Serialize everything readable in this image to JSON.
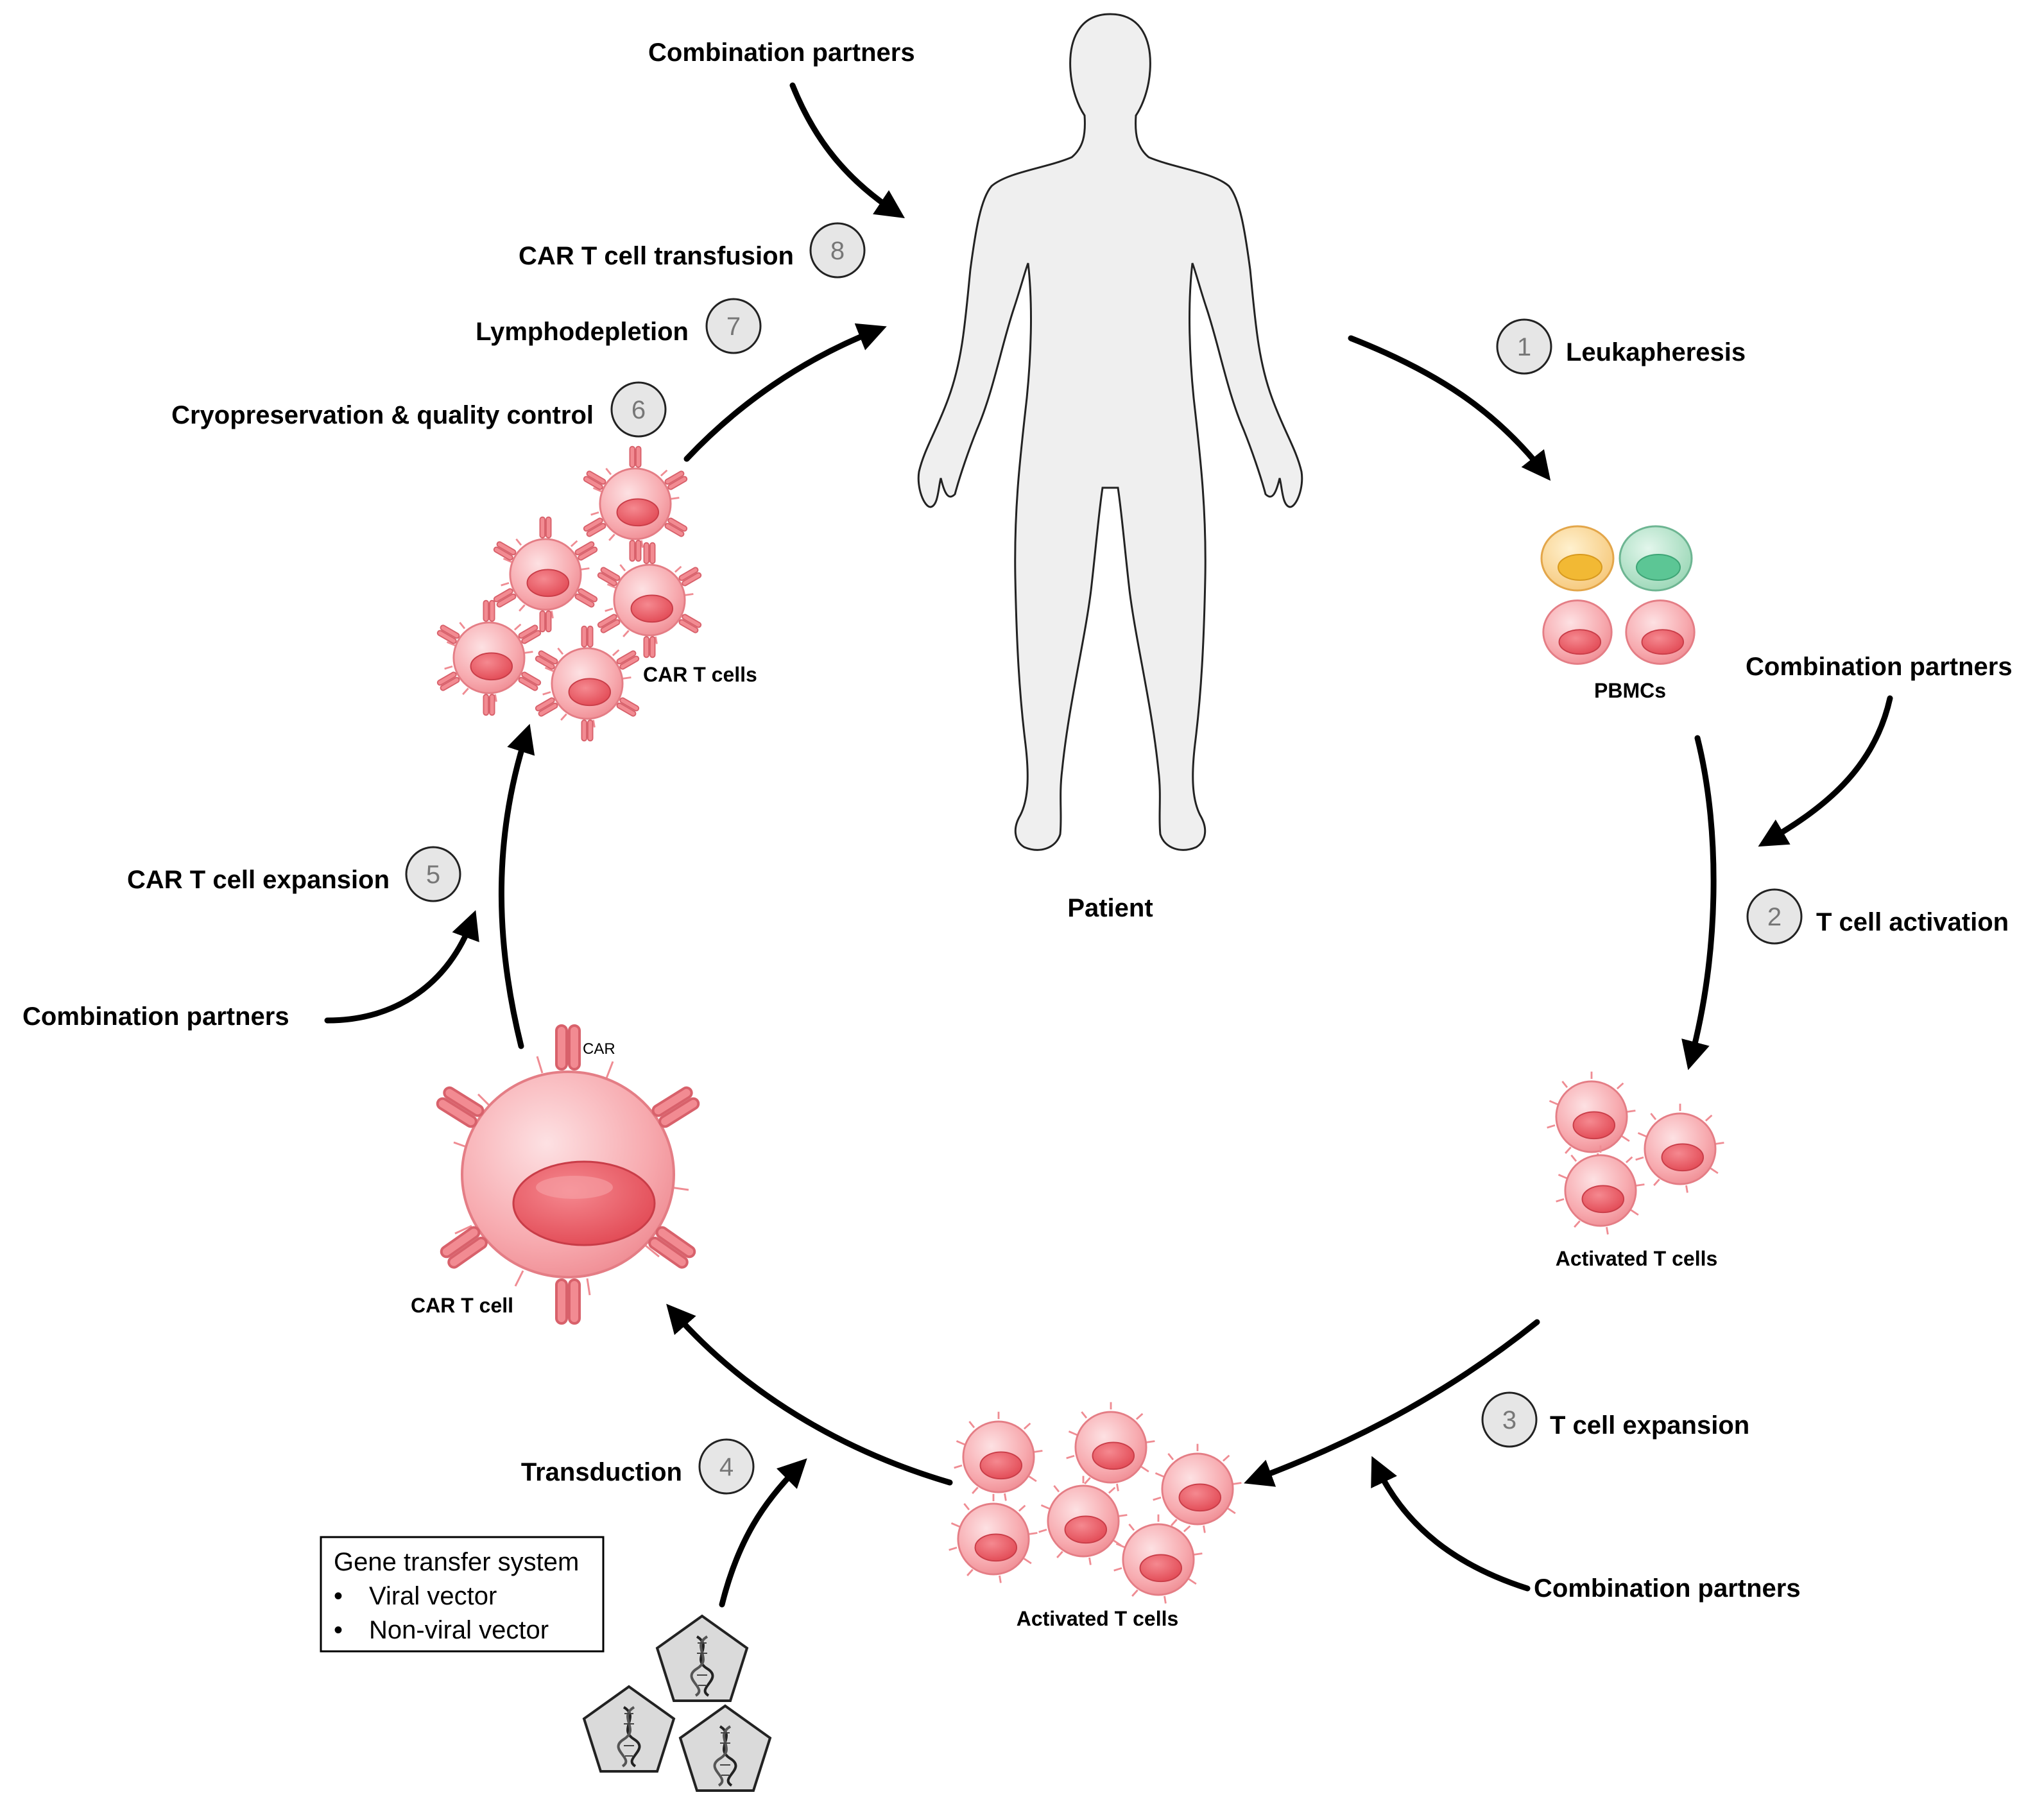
{
  "patient_label": "Patient",
  "steps": [
    {
      "number": "1",
      "label": "Leukapheresis"
    },
    {
      "number": "2",
      "label": "T cell activation"
    },
    {
      "number": "3",
      "label": "T cell expansion"
    },
    {
      "number": "4",
      "label": "Transduction"
    },
    {
      "number": "5",
      "label": "CAR T cell expansion"
    },
    {
      "number": "6",
      "label": "Cryopreservation & quality control"
    },
    {
      "number": "7",
      "label": "Lymphodepletion"
    },
    {
      "number": "8",
      "label": "CAR T cell transfusion"
    }
  ],
  "combination_partners": [
    "Combination partners",
    "Combination partners",
    "Combination partners",
    "Combination partners"
  ],
  "cell_labels": {
    "pbmcs": "PBMCs",
    "activated_right": "Activated T cells",
    "activated_bottom": "Activated T cells",
    "car_t_cell": "CAR T cell",
    "car": "CAR",
    "car_t_cells": "CAR T cells"
  },
  "gene_transfer_box": {
    "title": "Gene transfer system",
    "items": [
      "Viral vector",
      "Non-viral vector"
    ]
  },
  "colors": {
    "t_cell_fill": "#f5a3a8",
    "t_cell_nucleus": "#e8505b",
    "pbmc_yellow": "#f5c451",
    "pbmc_green": "#6fd1a6",
    "arrow": "#000000",
    "badge_fill": "#e6e6e6",
    "body_fill": "#efefef"
  }
}
